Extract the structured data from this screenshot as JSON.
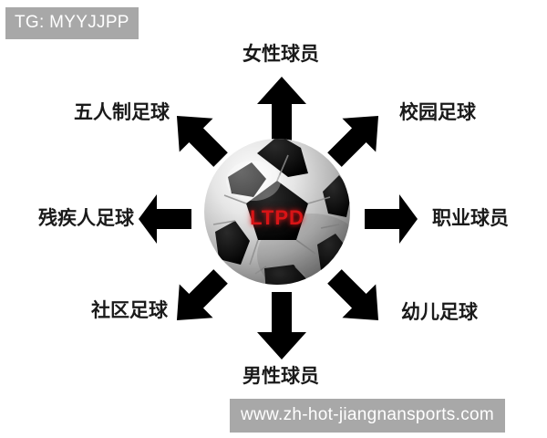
{
  "diagram": {
    "type": "radial-hub-and-spoke",
    "center": {
      "icon": "soccer-ball-icon",
      "label": "LTPD",
      "label_color": "#d81416"
    },
    "background_color": "#ffffff",
    "arrow_color": "#000000",
    "label_color": "#1a1a1a",
    "nodes": [
      {
        "id": "female-players",
        "label": "女性球员",
        "direction": "up",
        "arrow_icon": "arrow-up-icon"
      },
      {
        "id": "campus-football",
        "label": "校园足球",
        "direction": "up-right",
        "arrow_icon": "arrow-up-right-icon"
      },
      {
        "id": "professional-players",
        "label": "职业球员",
        "direction": "right",
        "arrow_icon": "arrow-right-icon"
      },
      {
        "id": "youth-football",
        "label": "幼儿足球",
        "direction": "down-right",
        "arrow_icon": "arrow-down-right-icon"
      },
      {
        "id": "male-players",
        "label": "男性球员",
        "direction": "down",
        "arrow_icon": "arrow-down-icon"
      },
      {
        "id": "community-football",
        "label": "社区足球",
        "direction": "down-left",
        "arrow_icon": "arrow-down-left-icon"
      },
      {
        "id": "disability-football",
        "label": "残疾人足球",
        "direction": "left",
        "arrow_icon": "arrow-left-icon"
      },
      {
        "id": "futsal",
        "label": "五人制足球",
        "direction": "up-left",
        "arrow_icon": "arrow-up-left-icon"
      }
    ]
  },
  "watermarks": {
    "top_left": "TG: MYYJJPP",
    "bottom_right": "www.zh-hot-jiangnansports.com",
    "background_color": "#a8a8a8",
    "text_color": "#ffffff"
  }
}
